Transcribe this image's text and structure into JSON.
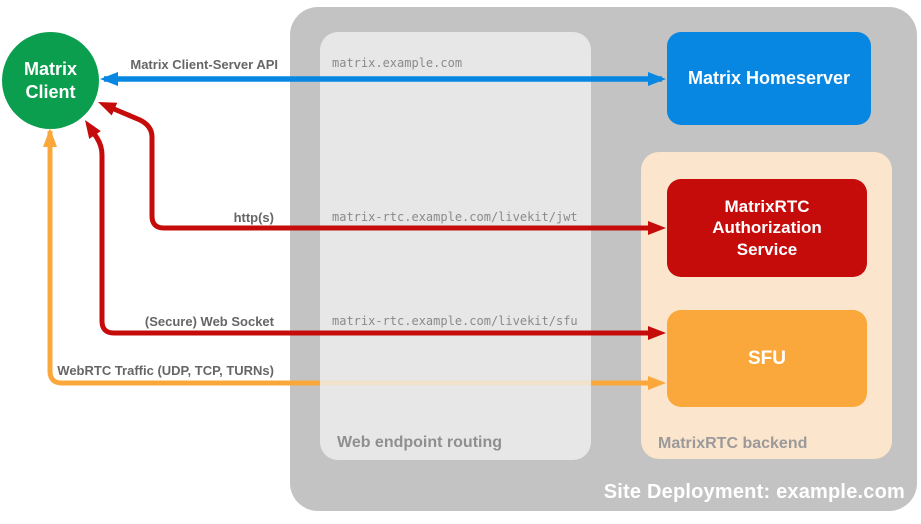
{
  "diagram": {
    "client": {
      "label": "Matrix Client"
    },
    "homeserver": {
      "label": "Matrix Homeserver"
    },
    "auth_service": {
      "label": "MatrixRTC Authorization Service"
    },
    "sfu": {
      "label": "SFU"
    },
    "routing": {
      "label": "Web endpoint routing",
      "endpoints": [
        "matrix.example.com",
        "matrix-rtc.example.com/livekit/jwt",
        "matrix-rtc.example.com/livekit/sfu"
      ]
    },
    "backend": {
      "label": "MatrixRTC backend"
    },
    "deployment": {
      "label": "Site Deployment: example.com"
    },
    "connections": [
      {
        "label": "Matrix Client-Server API",
        "color": "#0787e2",
        "from": "Matrix Client",
        "to": "Matrix Homeserver",
        "bidirectional": true
      },
      {
        "label": "http(s)",
        "color": "#c60b0b",
        "from": "Matrix Client",
        "to": "MatrixRTC Authorization Service",
        "bidirectional": true
      },
      {
        "label": "(Secure) Web Socket",
        "color": "#c60b0b",
        "from": "Matrix Client",
        "to": "SFU",
        "bidirectional": true
      },
      {
        "label": "WebRTC Traffic (UDP, TCP, TURNs)",
        "color": "#faa83c",
        "from": "Matrix Client",
        "to": "SFU",
        "bidirectional": true
      }
    ],
    "colors": {
      "client_green": "#0a9e4e",
      "homeserver_blue": "#0787e2",
      "auth_red": "#c60b0b",
      "sfu_orange": "#faa83c",
      "backend_peach": "#fce5cd",
      "outer_gray": "#c3c3c3",
      "routing_gray": "#ededed",
      "label_gray": "#666666"
    }
  }
}
